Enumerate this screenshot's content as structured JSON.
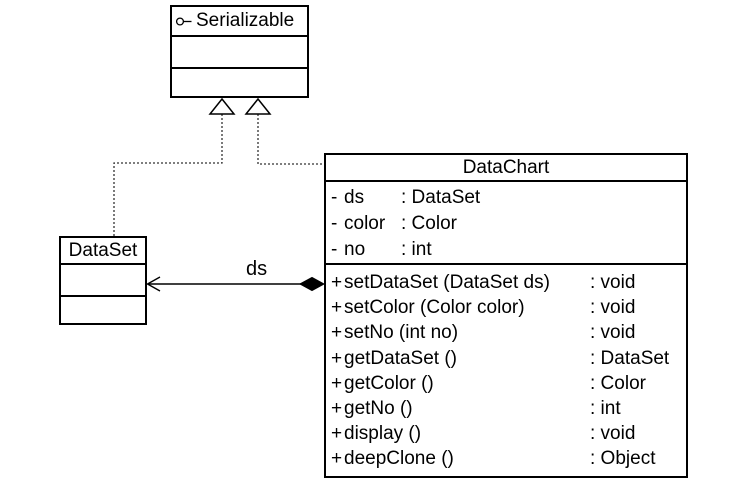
{
  "interface_box": {
    "name": "Serializable"
  },
  "dataset_box": {
    "name": "DataSet"
  },
  "datachart_box": {
    "name": "DataChart",
    "attributes": [
      {
        "visibility": "-",
        "name": "ds",
        "type": ": DataSet"
      },
      {
        "visibility": "-",
        "name": "color",
        "type": ": Color"
      },
      {
        "visibility": "-",
        "name": "no",
        "type": ": int"
      }
    ],
    "operations": [
      {
        "visibility": "+",
        "signature": "setDataSet (DataSet ds)",
        "returns": ": void"
      },
      {
        "visibility": "+",
        "signature": "setColor (Color color)",
        "returns": ": void"
      },
      {
        "visibility": "+",
        "signature": "setNo (int no)",
        "returns": ": void"
      },
      {
        "visibility": "+",
        "signature": "getDataSet ()",
        "returns": ": DataSet"
      },
      {
        "visibility": "+",
        "signature": "getColor ()",
        "returns": ": Color"
      },
      {
        "visibility": "+",
        "signature": "getNo ()",
        "returns": ": int"
      },
      {
        "visibility": "+",
        "signature": "display ()",
        "returns": ": void"
      },
      {
        "visibility": "+",
        "signature": "deepClone ()",
        "returns": ": Object"
      }
    ]
  },
  "composition": {
    "label": "ds"
  },
  "colors": {
    "line": "#000000",
    "dash": "#333333",
    "bg": "#ffffff",
    "text": "#000000"
  }
}
